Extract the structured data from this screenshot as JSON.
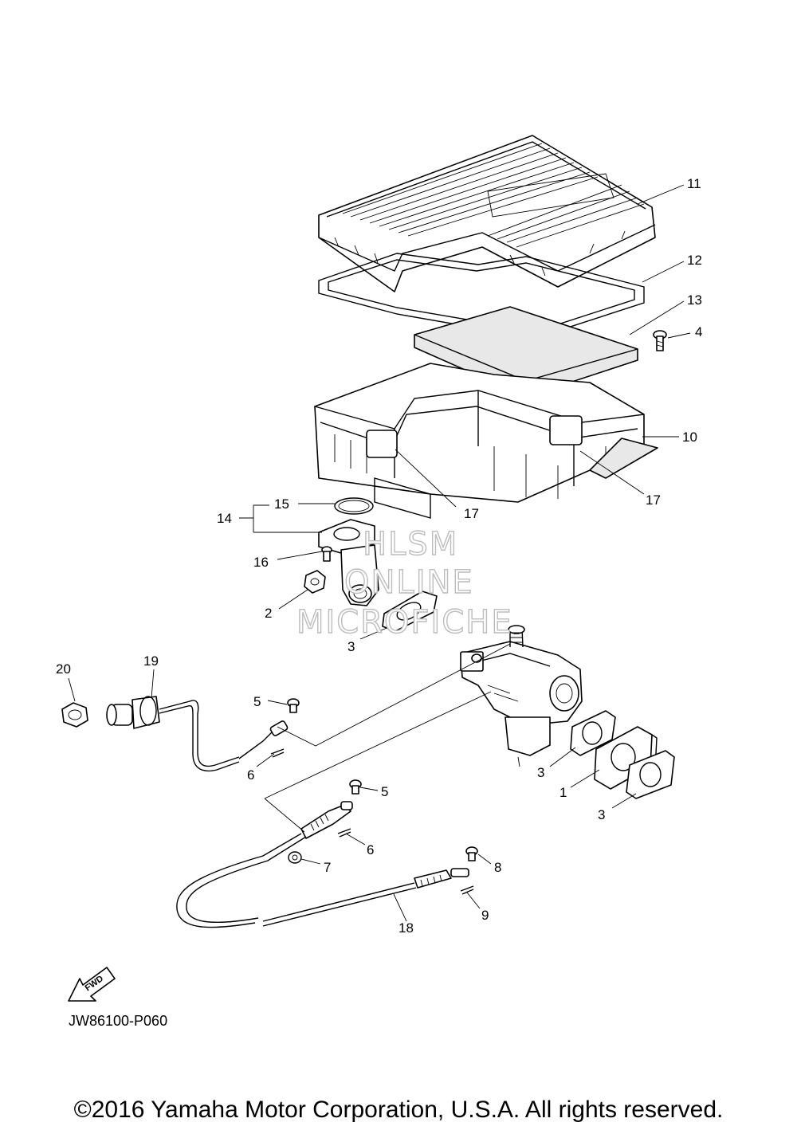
{
  "diagram": {
    "callouts": {
      "c1": "1",
      "c2": "2",
      "c3a": "3",
      "c3b": "3",
      "c3c": "3",
      "c4": "4",
      "c5a": "5",
      "c5b": "5",
      "c6a": "6",
      "c6b": "6",
      "c7": "7",
      "c8": "8",
      "c9": "9",
      "c10": "10",
      "c11": "11",
      "c12": "12",
      "c13": "13",
      "c14": "14",
      "c15": "15",
      "c16": "16",
      "c17a": "17",
      "c17b": "17",
      "c18": "18",
      "c19": "19",
      "c20": "20"
    },
    "watermark": {
      "line1": "HLSM",
      "line2": "ONLINE",
      "line3": "MICROFICHE"
    },
    "fwd_label": "FWD",
    "drawing_code": "JW86100-P060"
  },
  "footer": {
    "copyright": "©2016 Yamaha Motor Corporation, U.S.A. All rights reserved."
  }
}
